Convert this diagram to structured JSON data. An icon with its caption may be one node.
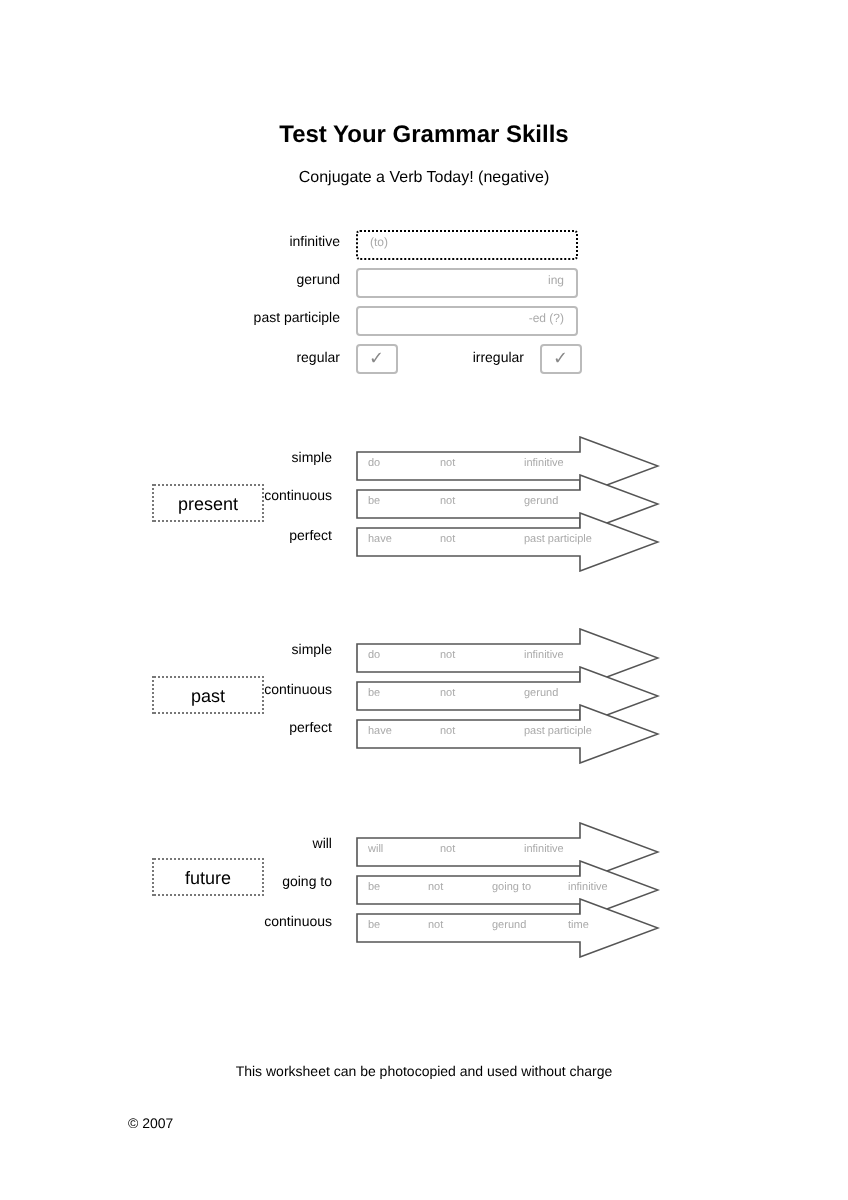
{
  "diagram": {
    "title": "Test Your Grammar Skills",
    "nodes": [
      {
        "text": [
          "(to)"
        ]
      },
      {
        "text": [
          "ing"
        ]
      },
      {
        "text": [
          "-ed (?)"
        ]
      },
      {
        "text": [
          "✓"
        ]
      },
      {
        "text": [
          "✓"
        ]
      },
      {
        "text": [
          "present"
        ]
      },
      {
        "text": [
          "do",
          "not",
          "infinitive"
        ]
      },
      {
        "text": [
          "be",
          "not",
          "gerund"
        ]
      },
      {
        "text": [
          "have",
          "not",
          "past participle"
        ]
      },
      {
        "text": [
          "past"
        ]
      },
      {
        "text": [
          "do",
          "not",
          "infinitive"
        ]
      },
      {
        "text": [
          "be",
          "not",
          "gerund"
        ]
      },
      {
        "text": [
          "have",
          "not",
          "past participle"
        ]
      },
      {
        "text": [
          "future"
        ]
      },
      {
        "text": [
          "will",
          "not",
          "infinitive"
        ]
      },
      {
        "text": [
          "be",
          "not",
          "going to",
          "infinitive"
        ]
      },
      {
        "text": [
          "be",
          "not",
          "gerund",
          "time"
        ]
      }
    ],
    "edges": [],
    "labels": [
      "Conjugate a Verb Today! (negative)",
      "infinitive",
      "gerund",
      "past participle",
      "regular",
      "irregular",
      "simple",
      "continuous",
      "perfect",
      "simple",
      "continuous",
      "perfect",
      "will",
      "going to",
      "continuous",
      "This worksheet can be photocopied and used without charge",
      "© 2007"
    ]
  }
}
